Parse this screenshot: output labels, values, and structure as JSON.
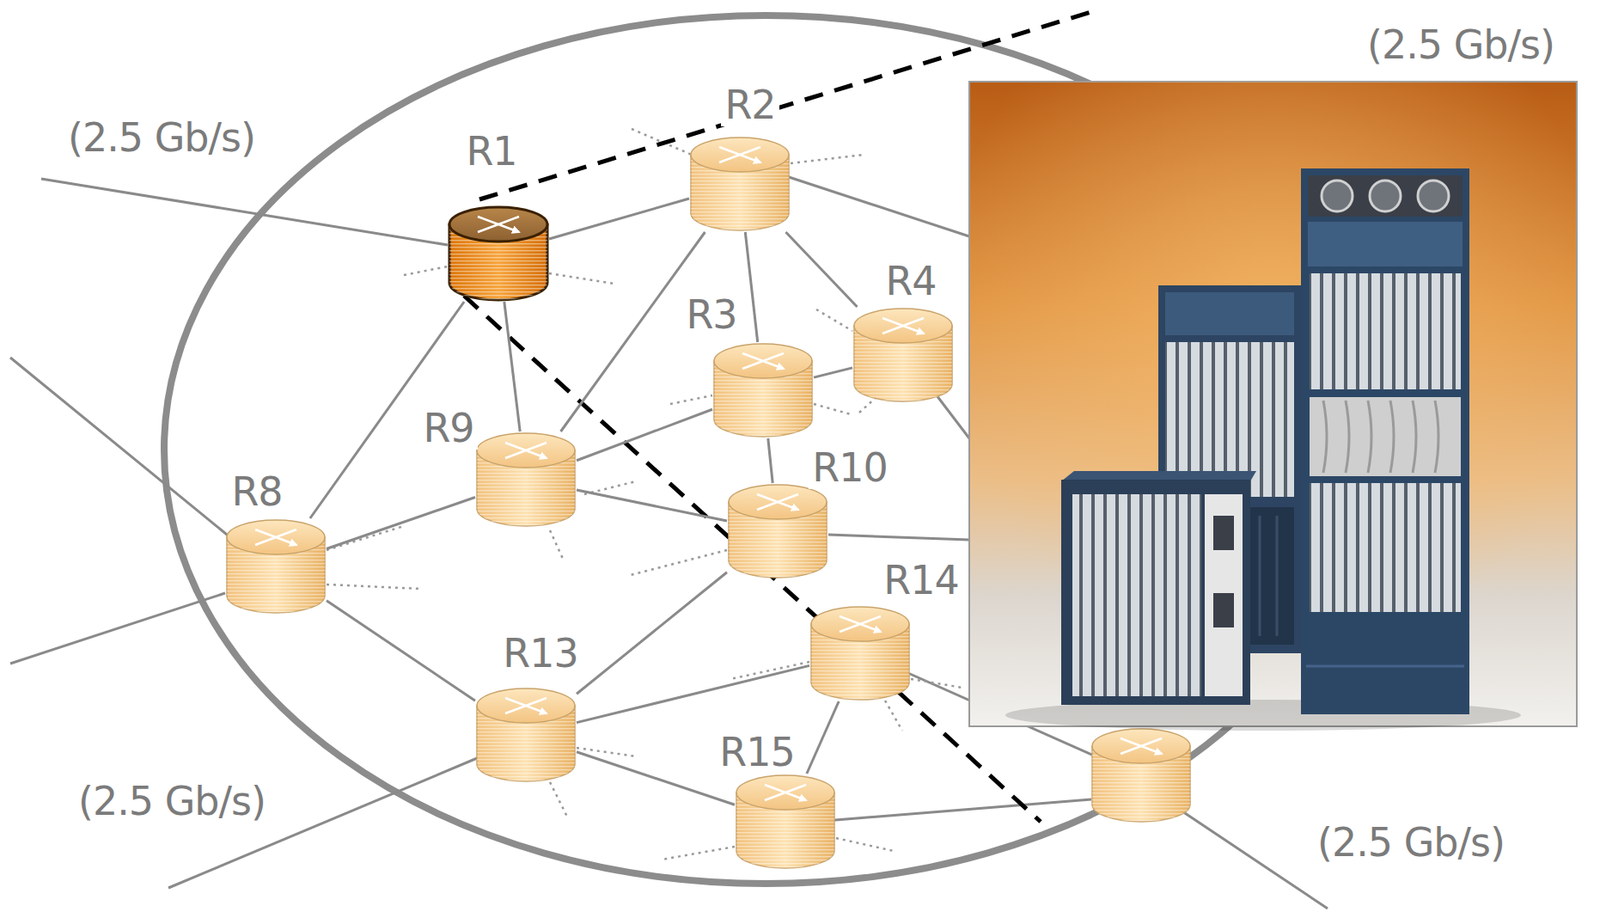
{
  "diagram": {
    "nodes": [
      {
        "text": [
          "R2"
        ]
      },
      {
        "text": [
          "R1"
        ]
      },
      {
        "text": [
          "R4"
        ]
      },
      {
        "text": [
          "R3"
        ]
      },
      {
        "text": [
          "R9"
        ]
      },
      {
        "text": [
          "R10"
        ]
      },
      {
        "text": [
          "R8"
        ]
      },
      {
        "text": [
          "R14"
        ]
      },
      {
        "text": [
          "R13"
        ]
      },
      {
        "text": [
          "R15"
        ]
      }
    ],
    "edges": [
      {
        "from": 1,
        "to": 0,
        "arrow": "none"
      },
      {
        "from": 1,
        "to": 4,
        "arrow": "none"
      },
      {
        "from": 1,
        "to": 6,
        "arrow": "none"
      },
      {
        "from": 0,
        "to": 3,
        "arrow": "none"
      },
      {
        "from": 0,
        "to": 2,
        "arrow": "none"
      },
      {
        "from": 0,
        "to": 4,
        "arrow": "none"
      },
      {
        "from": 3,
        "to": 2,
        "arrow": "none"
      },
      {
        "from": 4,
        "to": 3,
        "arrow": "none"
      },
      {
        "from": 3,
        "to": 5,
        "arrow": "none"
      },
      {
        "from": 4,
        "to": 6,
        "arrow": "none"
      },
      {
        "from": 4,
        "to": 5,
        "arrow": "none"
      },
      {
        "from": 5,
        "to": 8,
        "arrow": "none"
      },
      {
        "from": 8,
        "to": 7,
        "arrow": "none"
      },
      {
        "from": 8,
        "to": 9,
        "arrow": "none"
      },
      {
        "from": 6,
        "to": 8,
        "arrow": "none"
      },
      {
        "from": 7,
        "to": 9,
        "arrow": "none"
      }
    ],
    "labels": [
      "(2.5 Gb/s)",
      "(2.5 Gb/s)",
      "(2.5 Gb/s)",
      "(2.5 Gb/s)"
    ]
  }
}
